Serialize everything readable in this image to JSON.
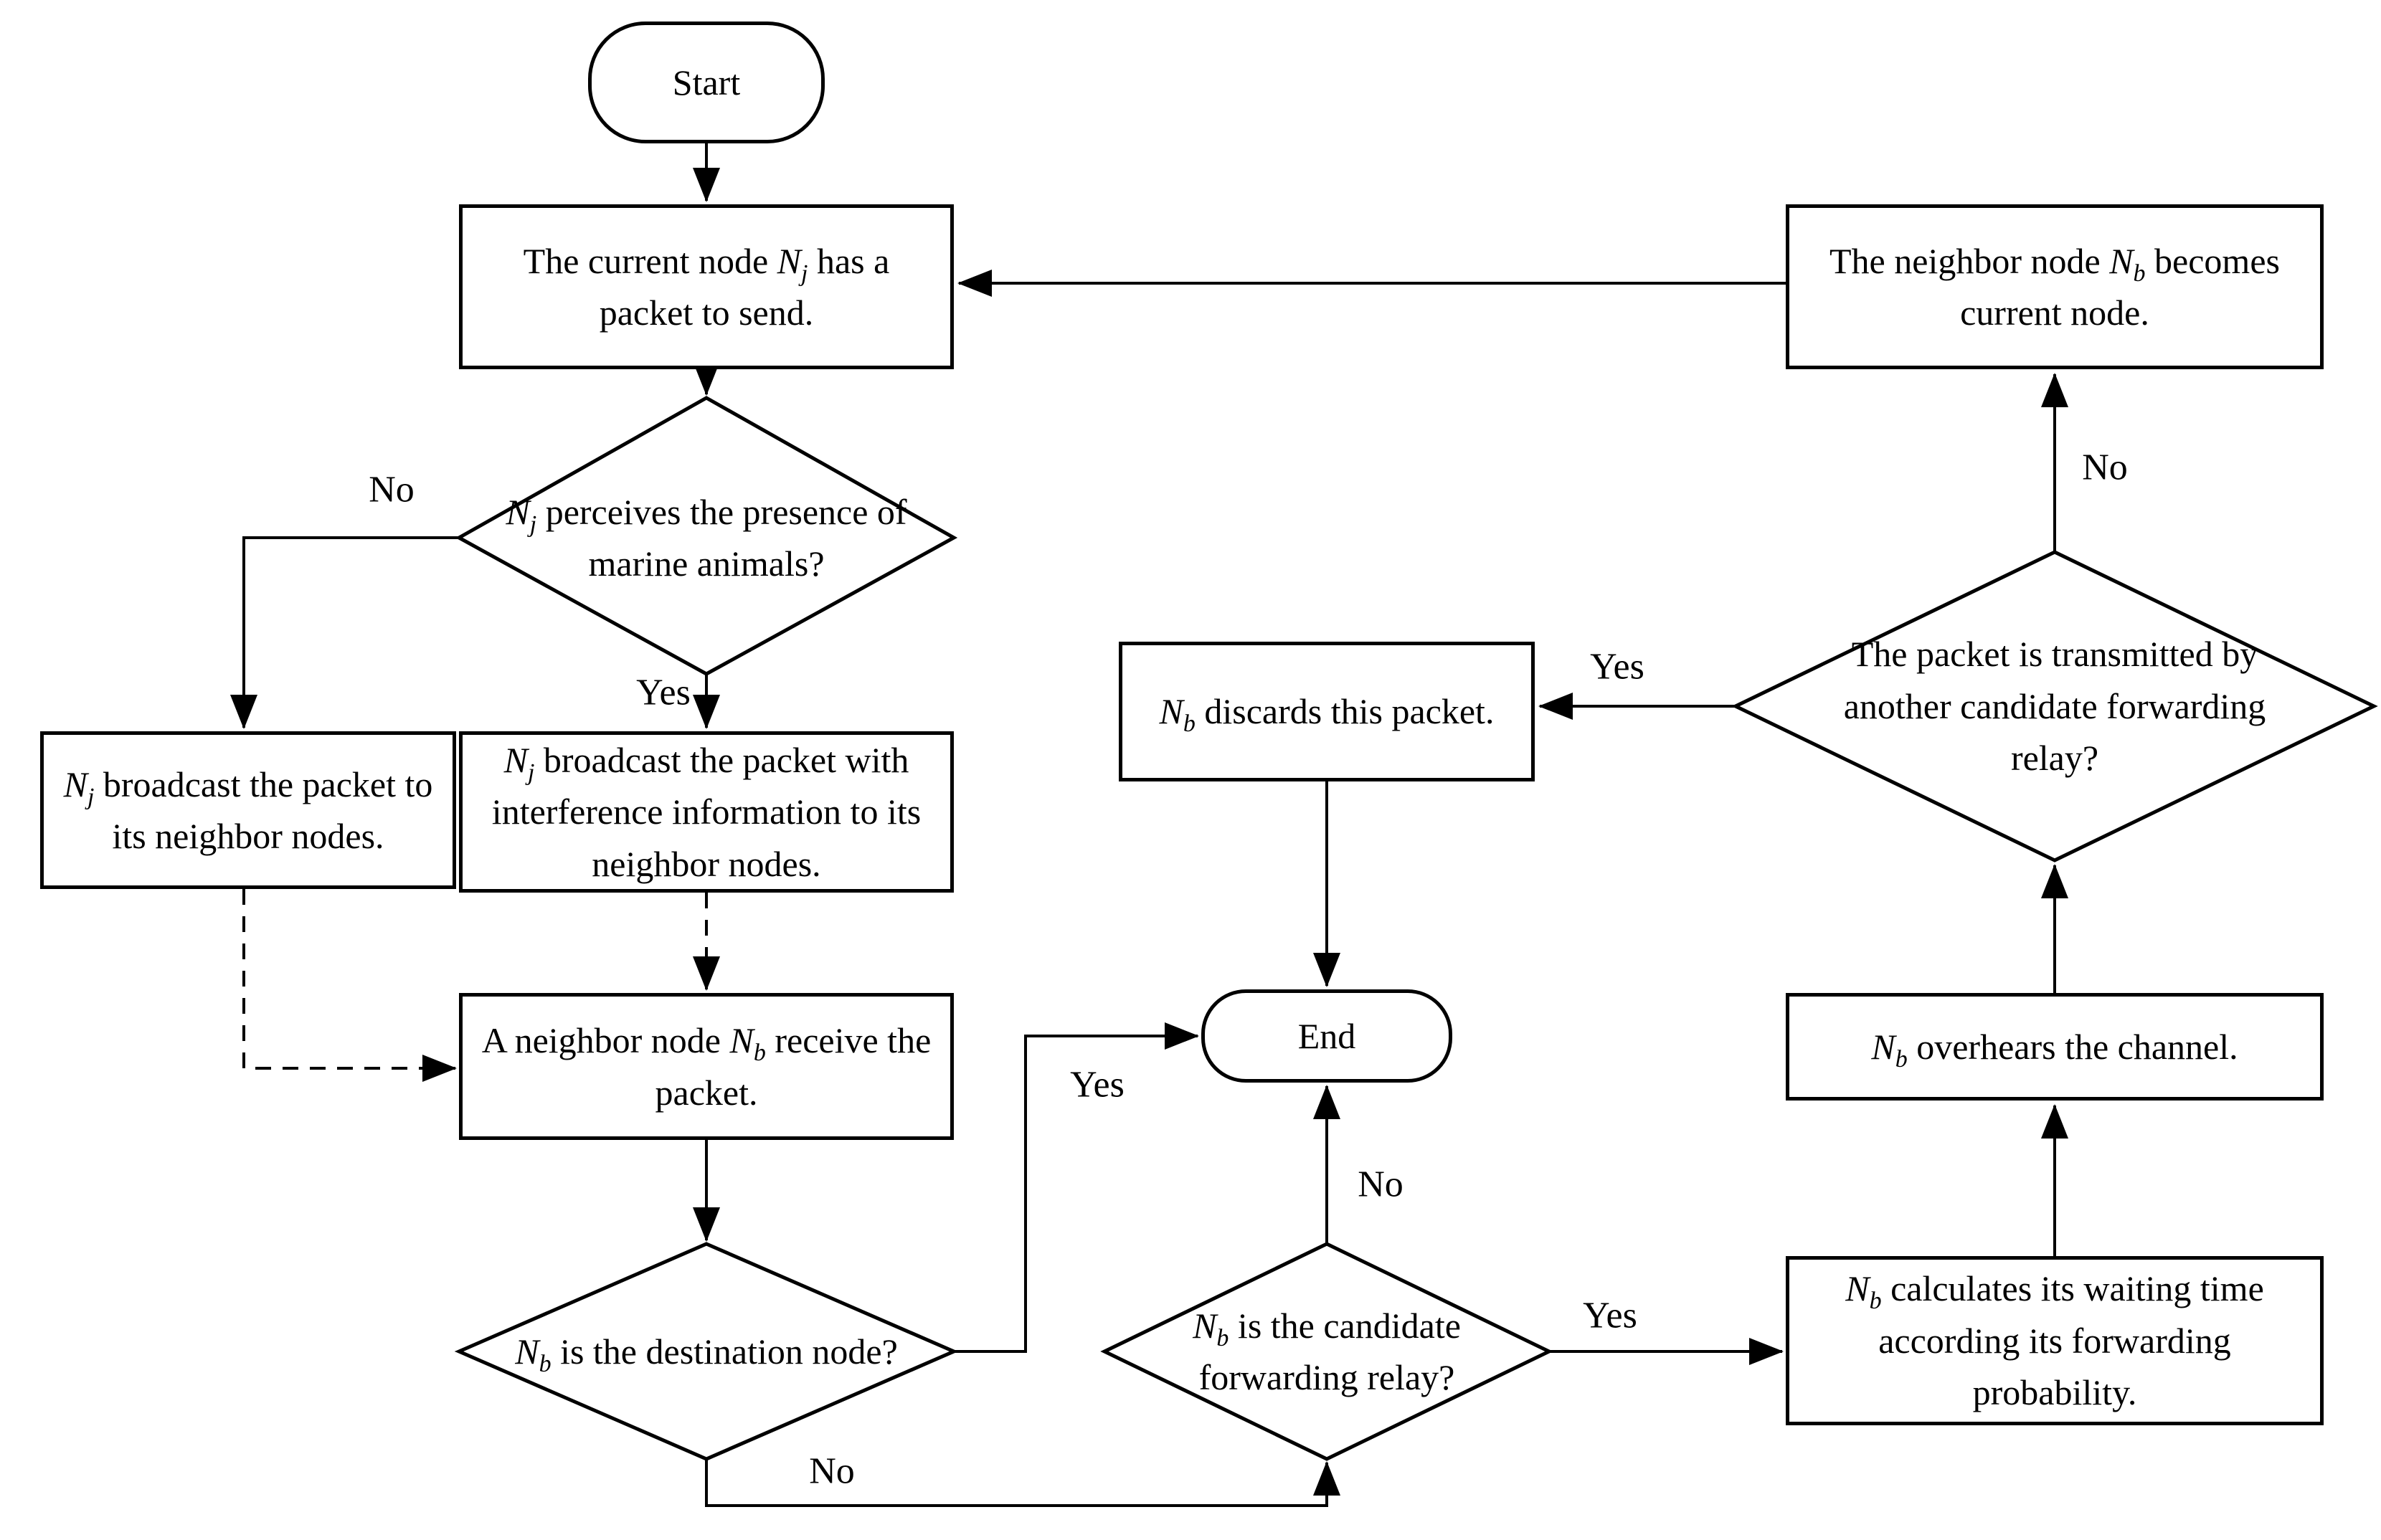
{
  "diagram": {
    "title": "Packet forwarding flowchart",
    "nodes": {
      "start": {
        "label": "Start"
      },
      "end": {
        "label": "End"
      },
      "current": {
        "text": "The current node {Nj} has a packet to send."
      },
      "marine_decision": {
        "text": "{Nj} perceives the presence of marine animals?"
      },
      "broadcast_plain": {
        "text": "{Nj} broadcast the packet to its neighbor nodes."
      },
      "broadcast_interference": {
        "text": "{Nj} broadcast the packet with interference information to its neighbor nodes."
      },
      "receive": {
        "text": "A neighbor node {Nb} receive the packet."
      },
      "destination_decision": {
        "text": "{Nb} is the destination node?"
      },
      "discards": {
        "text": "{Nb} discards this packet."
      },
      "candidate_decision": {
        "text": "{Nb} is the candidate forwarding relay?"
      },
      "calculates": {
        "text": "{Nb} calculates its waiting time according its forwarding probability."
      },
      "overhears": {
        "text": "{Nb} overhears the channel."
      },
      "transmitted_decision": {
        "text": "The packet is transmitted by another candidate forwarding relay?"
      },
      "becomes_current": {
        "text": "The neighbor node {Nb} becomes current node."
      }
    },
    "labels": {
      "yes": "Yes",
      "no": "No"
    },
    "tokens": {
      "Nj": "N_j",
      "Nb": "N_b"
    },
    "colors": {
      "stroke": "#000000",
      "background": "#ffffff"
    }
  }
}
